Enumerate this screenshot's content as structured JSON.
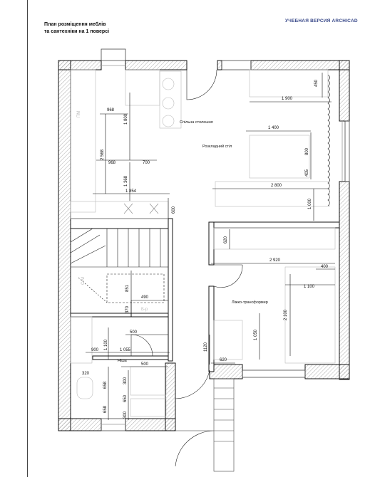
{
  "title_line1": "План розміщення меблів",
  "title_line2": "та сантехніки на 1 поверсі",
  "watermark": "УЧЕБНАЯ ВЕРСИЯ ARCHICAD",
  "rooms": {
    "common": "Спільна столешня",
    "table": "Розкладний стіл",
    "bed": "Ліжко-трансформер",
    "niche": "Ніша",
    "boiler": "Б-р"
  },
  "faint": {
    "pm": "ПМ",
    "sm": "С/М"
  },
  "dims": {
    "d968a": "968",
    "d1800": "1 800",
    "d2568": "2 568",
    "d968b": "968",
    "d700": "700",
    "d1368": "1 368",
    "d1854": "1 854",
    "d600": "600",
    "d450": "450",
    "d1900": "1 900",
    "d1400": "1 400",
    "d800": "800",
    "d405": "405",
    "d2800": "2 800",
    "d1000": "1 000",
    "d620a": "620",
    "d2920": "2 920",
    "d400": "400",
    "d1100": "1 100",
    "d2100": "2 100",
    "d1050": "1 050",
    "d1120": "1120",
    "d620b": "620",
    "d851": "851",
    "d490": "490",
    "d370": "370",
    "d500a": "500",
    "d900": "900",
    "d1100b": "1 100",
    "d1055": "1 055",
    "d320": "320",
    "d658a": "658",
    "d300a": "300",
    "d500b": "500",
    "d650": "650",
    "d658b": "658",
    "d300b": "300"
  }
}
